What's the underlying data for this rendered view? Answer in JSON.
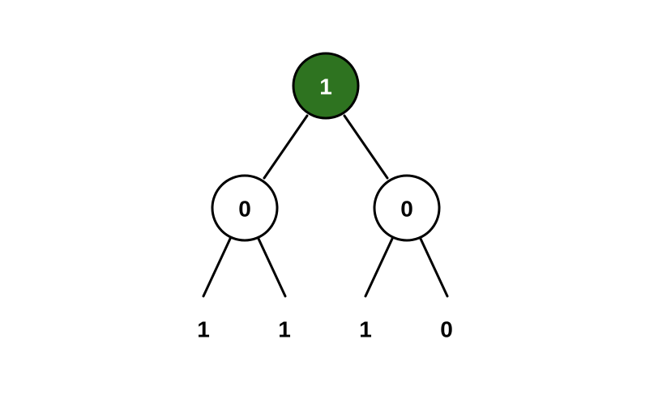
{
  "colors": {
    "highlight_fill": "#2e7320",
    "highlight_text": "#ffffff",
    "node_fill": "#ffffff",
    "node_text": "#000000",
    "stroke": "#000000"
  },
  "tree": {
    "root": {
      "value": "1",
      "highlighted": true
    },
    "internal": [
      {
        "value": "0",
        "highlighted": false
      },
      {
        "value": "0",
        "highlighted": false
      }
    ],
    "leaves": [
      "1",
      "1",
      "1",
      "0"
    ]
  }
}
